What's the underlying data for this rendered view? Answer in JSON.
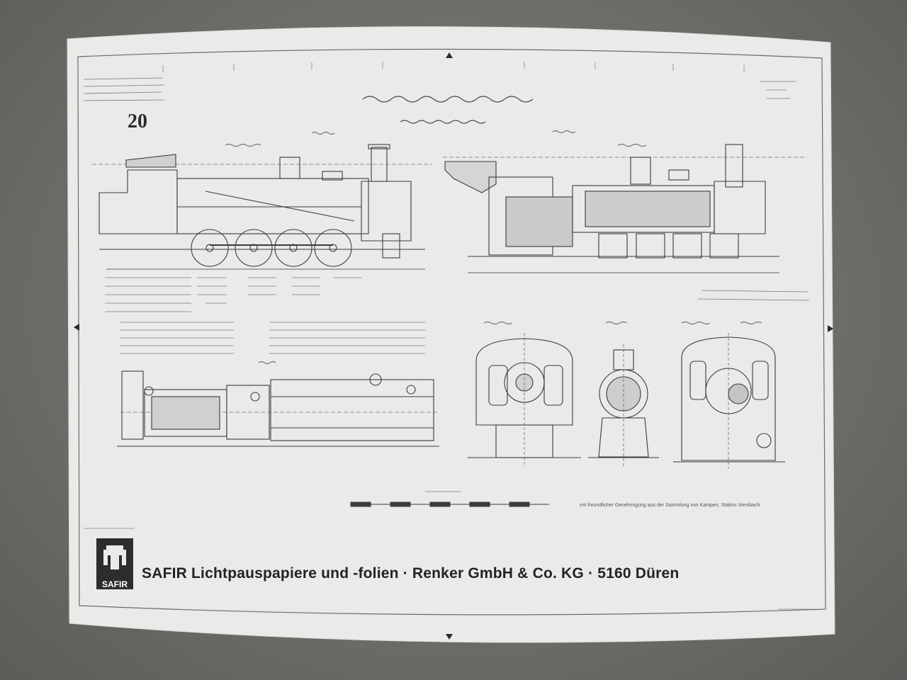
{
  "poster": {
    "page_number": "20",
    "footer_text": "SAFIR Lichtpauspapiere und -folien · Renker GmbH & Co. KG · 5160 Düren",
    "logo_text": "SAFIR",
    "credit_text": "mit freundlicher Genehmigung aus der Sammlung von Kampen, Station Viersbach"
  },
  "colors": {
    "paper": "#e9ebe8",
    "ink": "#3b3b3b",
    "background": "#6f6f6c"
  }
}
